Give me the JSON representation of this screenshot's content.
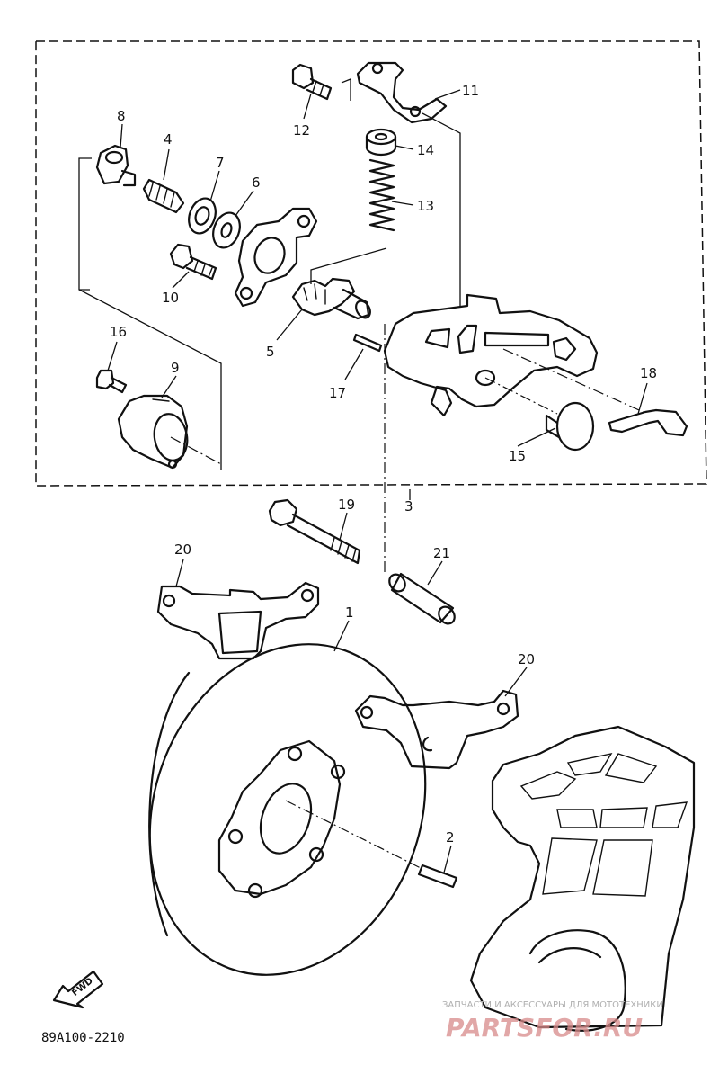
{
  "diagram": {
    "drawing_code": "89A100-2210",
    "fwd_label": "FWD",
    "parts": [
      {
        "id": "p1",
        "label": "1"
      },
      {
        "id": "p2",
        "label": "2"
      },
      {
        "id": "p3",
        "label": "3"
      },
      {
        "id": "p4",
        "label": "4"
      },
      {
        "id": "p5",
        "label": "5"
      },
      {
        "id": "p6",
        "label": "6"
      },
      {
        "id": "p7",
        "label": "7"
      },
      {
        "id": "p8",
        "label": "8"
      },
      {
        "id": "p9",
        "label": "9"
      },
      {
        "id": "p10",
        "label": "10"
      },
      {
        "id": "p11",
        "label": "11"
      },
      {
        "id": "p12",
        "label": "12"
      },
      {
        "id": "p13",
        "label": "13"
      },
      {
        "id": "p14",
        "label": "14"
      },
      {
        "id": "p15",
        "label": "15"
      },
      {
        "id": "p16",
        "label": "16"
      },
      {
        "id": "p17",
        "label": "17"
      },
      {
        "id": "p18",
        "label": "18"
      },
      {
        "id": "p19",
        "label": "19"
      },
      {
        "id": "p20a",
        "label": "20"
      },
      {
        "id": "p20b",
        "label": "20"
      },
      {
        "id": "p21",
        "label": "21"
      }
    ]
  },
  "watermark": {
    "tagline": "ЗАПЧАСТИ И АКСЕССУАРЫ ДЛЯ МОТОТЕХНИКИ",
    "brand": "PARTSFOR.RU"
  }
}
